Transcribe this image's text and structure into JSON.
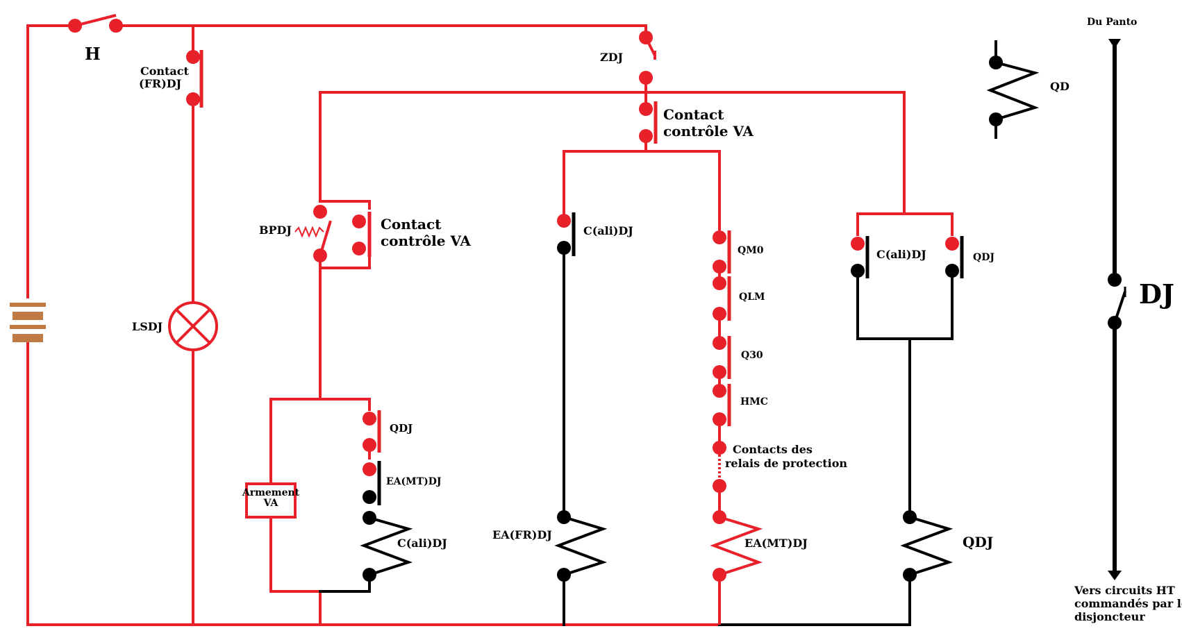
{
  "colors": {
    "live": "#e8202a",
    "dead": "#000000",
    "battery": "#c07a45"
  },
  "labels": {
    "h": "H",
    "contact_fr_dj_1": "Contact",
    "contact_fr_dj_2": "(FR)DJ",
    "zdj": "ZDJ",
    "contact_va_top_1": "Contact",
    "contact_va_top_2": "contrôle VA",
    "qd": "QD",
    "du_panto": "Du Panto",
    "bpdj": "BPDJ",
    "contact_va_mid_1": "Contact",
    "contact_va_mid_2": "contrôle VA",
    "cali_dj_1": "C(ali)DJ",
    "qm0": "QM0",
    "qlm": "QLM",
    "q30": "Q30",
    "hmc": "HMC",
    "relais_1": "Contacts des",
    "relais_2": "relais de protection",
    "cali_dj_2": "C(ali)DJ",
    "qdj_contact_right": "QDJ",
    "dj": "DJ",
    "lsdj": "LSDJ",
    "qdj_left": "QDJ",
    "ea_mt_dj_contact": "EA(MT)DJ",
    "armement_1": "Armement",
    "armement_2": "VA",
    "cali_dj_coil": "C(ali)DJ",
    "ea_fr_dj": "EA(FR)DJ",
    "ea_mt_dj_coil": "EA(MT)DJ",
    "qdj_coil": "QDJ",
    "vers_1": "Vers circuits HT",
    "vers_2": "commandés par le",
    "vers_3": "disjoncteur"
  }
}
